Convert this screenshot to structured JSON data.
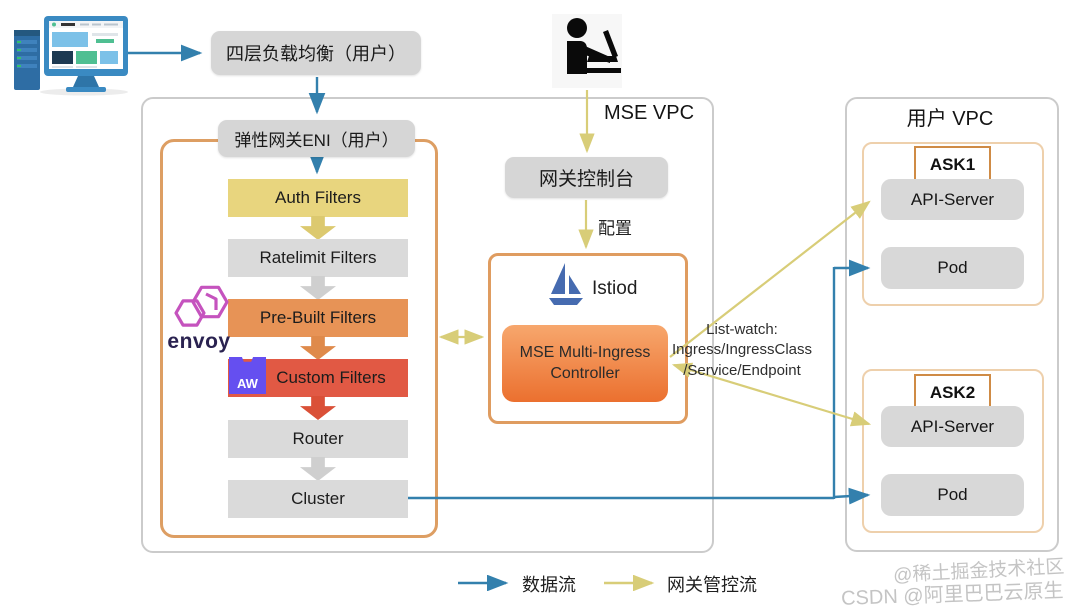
{
  "nodes": {
    "l4_lb": "四层负载均衡（用户）",
    "eni": "弹性网关ENI（用户）",
    "console": "网关控制台",
    "config": "配置",
    "mse_vpc": "MSE VPC",
    "user_vpc": "用户 VPC",
    "istiod": "Istiod",
    "controller": "MSE Multi-Ingress Controller",
    "envoy": "envoy",
    "wasm": "AW"
  },
  "filters": [
    {
      "label": "Auth Filters",
      "color": "#e8d57e"
    },
    {
      "label": "Ratelimit Filters",
      "color": "#dadada"
    },
    {
      "label": "Pre-Built Filters",
      "color": "#e79356"
    },
    {
      "label": "Custom Filters",
      "color": "#e15944"
    },
    {
      "label": "Router",
      "color": "#dadada"
    },
    {
      "label": "Cluster",
      "color": "#dadada"
    }
  ],
  "listwatch": {
    "line1": "List-watch:",
    "line2": "Ingress/IngressClass",
    "line3": "/Service/Endpoint"
  },
  "clusters": [
    {
      "name": "ASK1",
      "api_server": "API-Server",
      "pod": "Pod"
    },
    {
      "name": "ASK2",
      "api_server": "API-Server",
      "pod": "Pod"
    }
  ],
  "legend": {
    "data_flow": {
      "label": "数据流",
      "color": "#3380ad"
    },
    "control_flow": {
      "label": "网关管控流",
      "color": "#d8cd78"
    }
  },
  "watermarks": {
    "juejin": "@稀土掘金技术社区",
    "csdn": "CSDN @阿里巴巴云原生"
  },
  "icons": {
    "client": "server-monitor-icon",
    "operator": "person-laptop-icon",
    "envoy": "envoy-logo",
    "istio": "istio-sailboat-logo",
    "wasm": "wasm-aw-icon"
  },
  "colors": {
    "data_flow_blue": "#3380ad",
    "control_flow_yellow": "#d8cd78",
    "envoy_frame_orange": "#dd9e63",
    "controller_orange": "#ee7d3d",
    "wasm_purple": "#654ff0",
    "istio_blue": "#466bb0",
    "envoy_pink": "#c553be"
  }
}
